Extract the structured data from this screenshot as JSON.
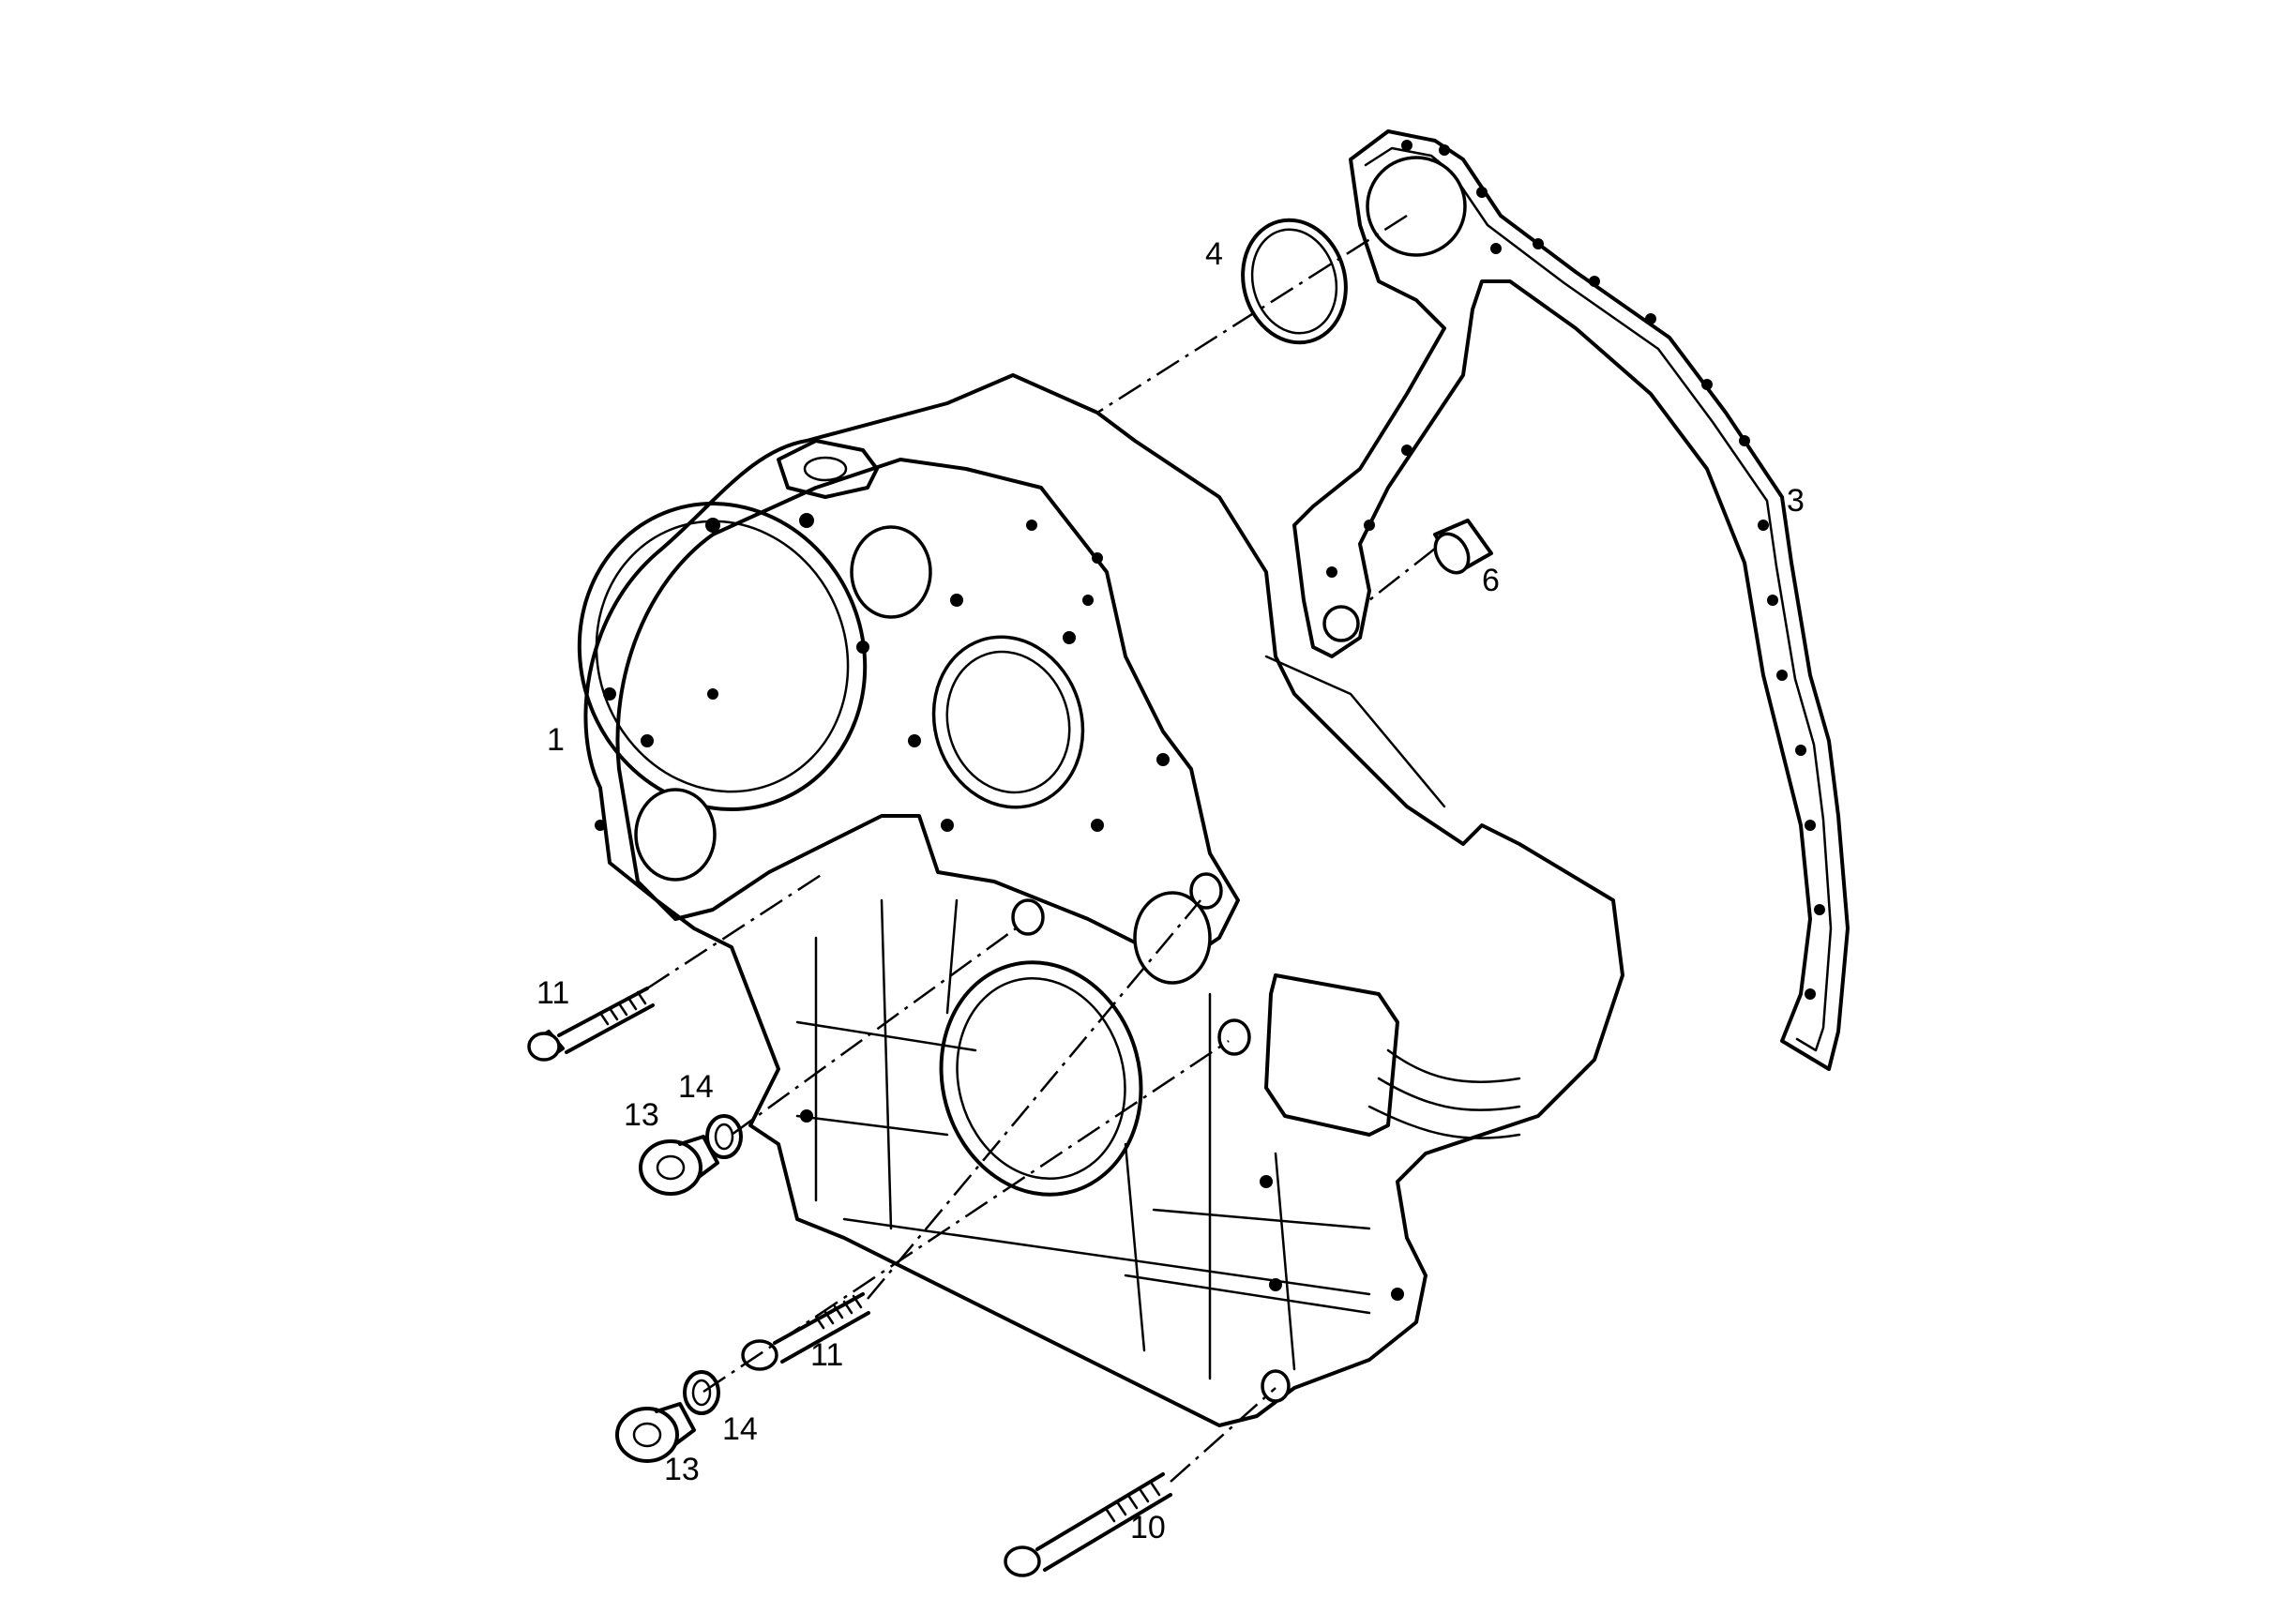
{
  "callouts": {
    "c1": "1",
    "c3": "3",
    "c4": "4",
    "c6": "6",
    "c10": "10",
    "c11a": "11",
    "c11b": "11",
    "c13a": "13",
    "c13b": "13",
    "c14a": "14",
    "c14b": "14"
  }
}
